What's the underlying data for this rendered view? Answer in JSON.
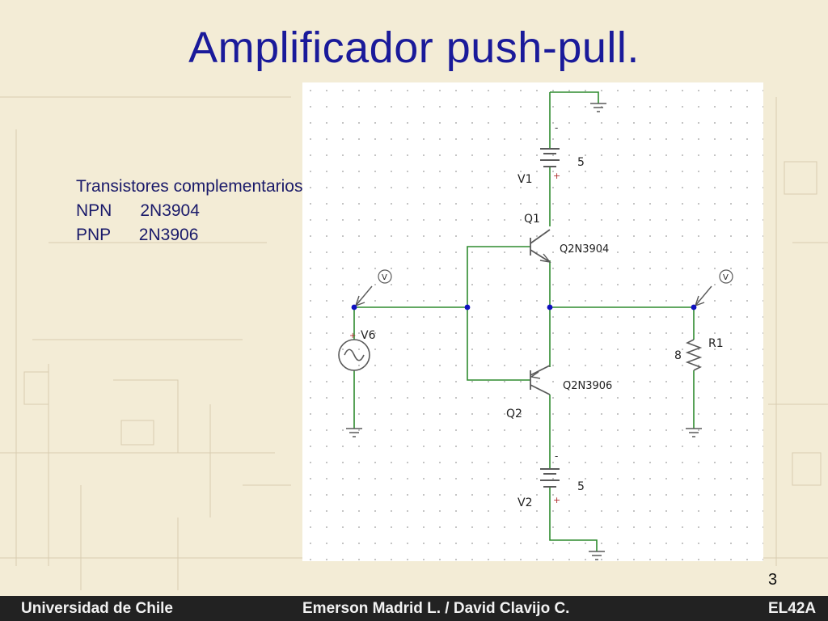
{
  "slide": {
    "title": "Amplificador push-pull.",
    "notes": [
      "Transistores complementarios",
      "NPN      2N3904",
      "PNP      2N3906"
    ],
    "page_number": "3"
  },
  "footer": {
    "institution": "Universidad de Chile",
    "authors": "Emerson Madrid L.   /   David Clavijo C.",
    "course": "EL42A"
  },
  "circuit": {
    "v1": {
      "name": "V1",
      "value": "5",
      "minus": "-",
      "plus": "+"
    },
    "v2": {
      "name": "V2",
      "value": "5",
      "minus": "-",
      "plus": "+"
    },
    "q1": {
      "name": "Q1",
      "model": "Q2N3904"
    },
    "q2": {
      "name": "Q2",
      "model": "Q2N3906"
    },
    "v6": {
      "name": "V6",
      "plus": "+"
    },
    "r1": {
      "name": "R1",
      "value": "8"
    },
    "probe_symbol": "V"
  },
  "colors": {
    "background": "#f3ecd6",
    "title": "#1a1a9a",
    "wire": "#2e8b2e",
    "component": "#5a5a5a",
    "junction": "#1010c0",
    "footer_bg": "#222222"
  }
}
